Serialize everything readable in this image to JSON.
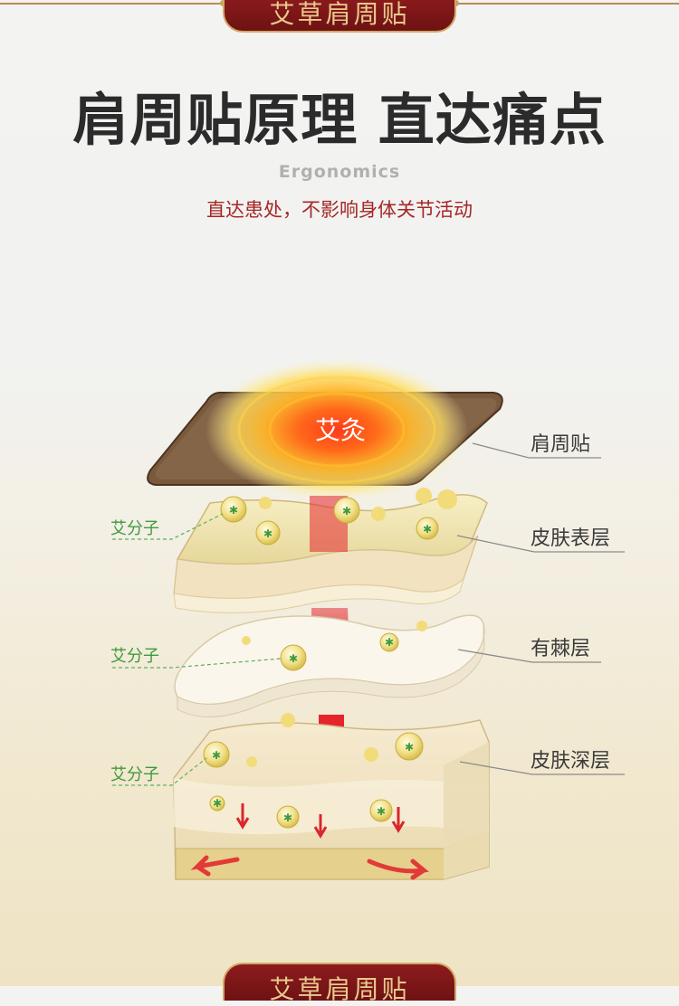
{
  "header": {
    "banner_text": "艾草肩周贴"
  },
  "main": {
    "title": "肩周贴原理 直达痛点",
    "subtitle_en": "Ergonomics",
    "subtitle_cn": "直达患处，不影响身体关节活动"
  },
  "diagram": {
    "patch_center_label": "艾灸",
    "layer_labels": [
      "肩周贴",
      "皮肤表层",
      "有棘层",
      "皮肤深层"
    ],
    "molecule_labels": [
      "艾分子",
      "艾分子",
      "艾分子"
    ]
  },
  "footer": {
    "banner_text": "艾草肩周贴"
  },
  "colors": {
    "brand_red": "#a42726",
    "banner_bg": "#7c1516",
    "gold": "#c6a063",
    "green_label": "#3e9a3e"
  }
}
